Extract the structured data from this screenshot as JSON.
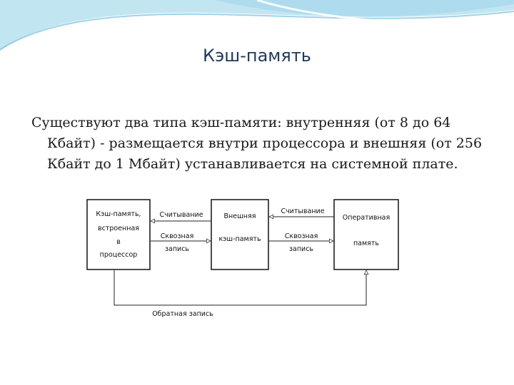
{
  "slide": {
    "title": "Кэш-память",
    "body": "Существуют два типа кэш-памяти: внутренняя (от 8 до 64 Кбайт) - размещается внутри процессора и внешняя (от 256 Кбайт до 1 Мбайт) устанавливается на системной плате."
  },
  "diagram": {
    "internal_cache": [
      "Кэш-память,",
      "встроенная",
      "в",
      "процессор"
    ],
    "external_cache": [
      "Внешняя",
      "кэш-память"
    ],
    "ram": [
      "Оперативная",
      "память"
    ],
    "read_left": "Считывание",
    "writethrough_left": [
      "Сквозная",
      "запись"
    ],
    "read_right": "Считывание",
    "writethrough_right": [
      "Сквозная",
      "запись"
    ],
    "writeback": "Обратная запись"
  },
  "colors": {
    "swoosh": "#7ec8e3",
    "title": "#1f3a5a"
  }
}
